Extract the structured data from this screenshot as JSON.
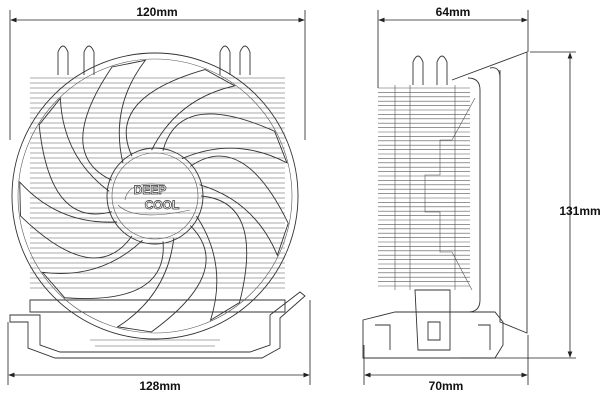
{
  "dimensions": {
    "front_width": "120mm",
    "front_base_width": "128mm",
    "side_depth": "64mm",
    "side_base_depth": "70mm",
    "height": "131mm"
  },
  "logo": {
    "line1": "DEEP",
    "line2": "COOL"
  },
  "colors": {
    "line": "#333333",
    "background": "#ffffff"
  }
}
